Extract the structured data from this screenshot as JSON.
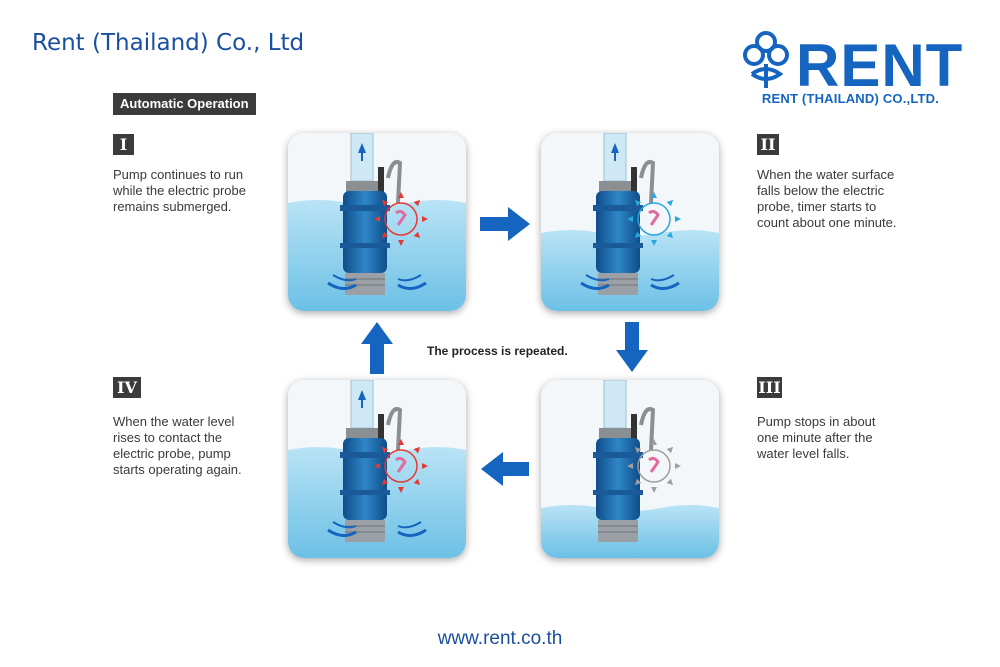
{
  "header": {
    "company_name": "Rent (Thailand) Co., Ltd",
    "logo_text": "RENT",
    "logo_subtitle": "RENT (THAILAND) CO.,LTD."
  },
  "section_label": "Automatic Operation",
  "steps": [
    {
      "numeral": "I",
      "lines": [
        "Pump continues to run",
        "while the electric probe",
        "remains submerged."
      ],
      "water_level": "high",
      "pump_running": true,
      "probe_color": "#e53935"
    },
    {
      "numeral": "II",
      "lines": [
        "When the water surface",
        "falls below the electric",
        "probe, timer starts to",
        "count about one minute."
      ],
      "water_level": "mid",
      "pump_running": true,
      "probe_color": "#29a8e0"
    },
    {
      "numeral": "III",
      "lines": [
        "Pump stops in about",
        "one minute after the",
        "water level falls."
      ],
      "water_level": "low",
      "pump_running": false,
      "probe_color": "#9e9e9e"
    },
    {
      "numeral": "IV",
      "lines": [
        "When the water level",
        "rises to contact the",
        "electric probe, pump",
        "starts operating again."
      ],
      "water_level": "high",
      "pump_running": true,
      "probe_color": "#e53935"
    }
  ],
  "cycle_label": "The process is repeated.",
  "footer_url": "www.rent.co.th",
  "colors": {
    "arrow": "#1565c0",
    "water": "#8fd0ec",
    "pump_body": "#1f6fb0",
    "brand": "#1a4fa0"
  }
}
